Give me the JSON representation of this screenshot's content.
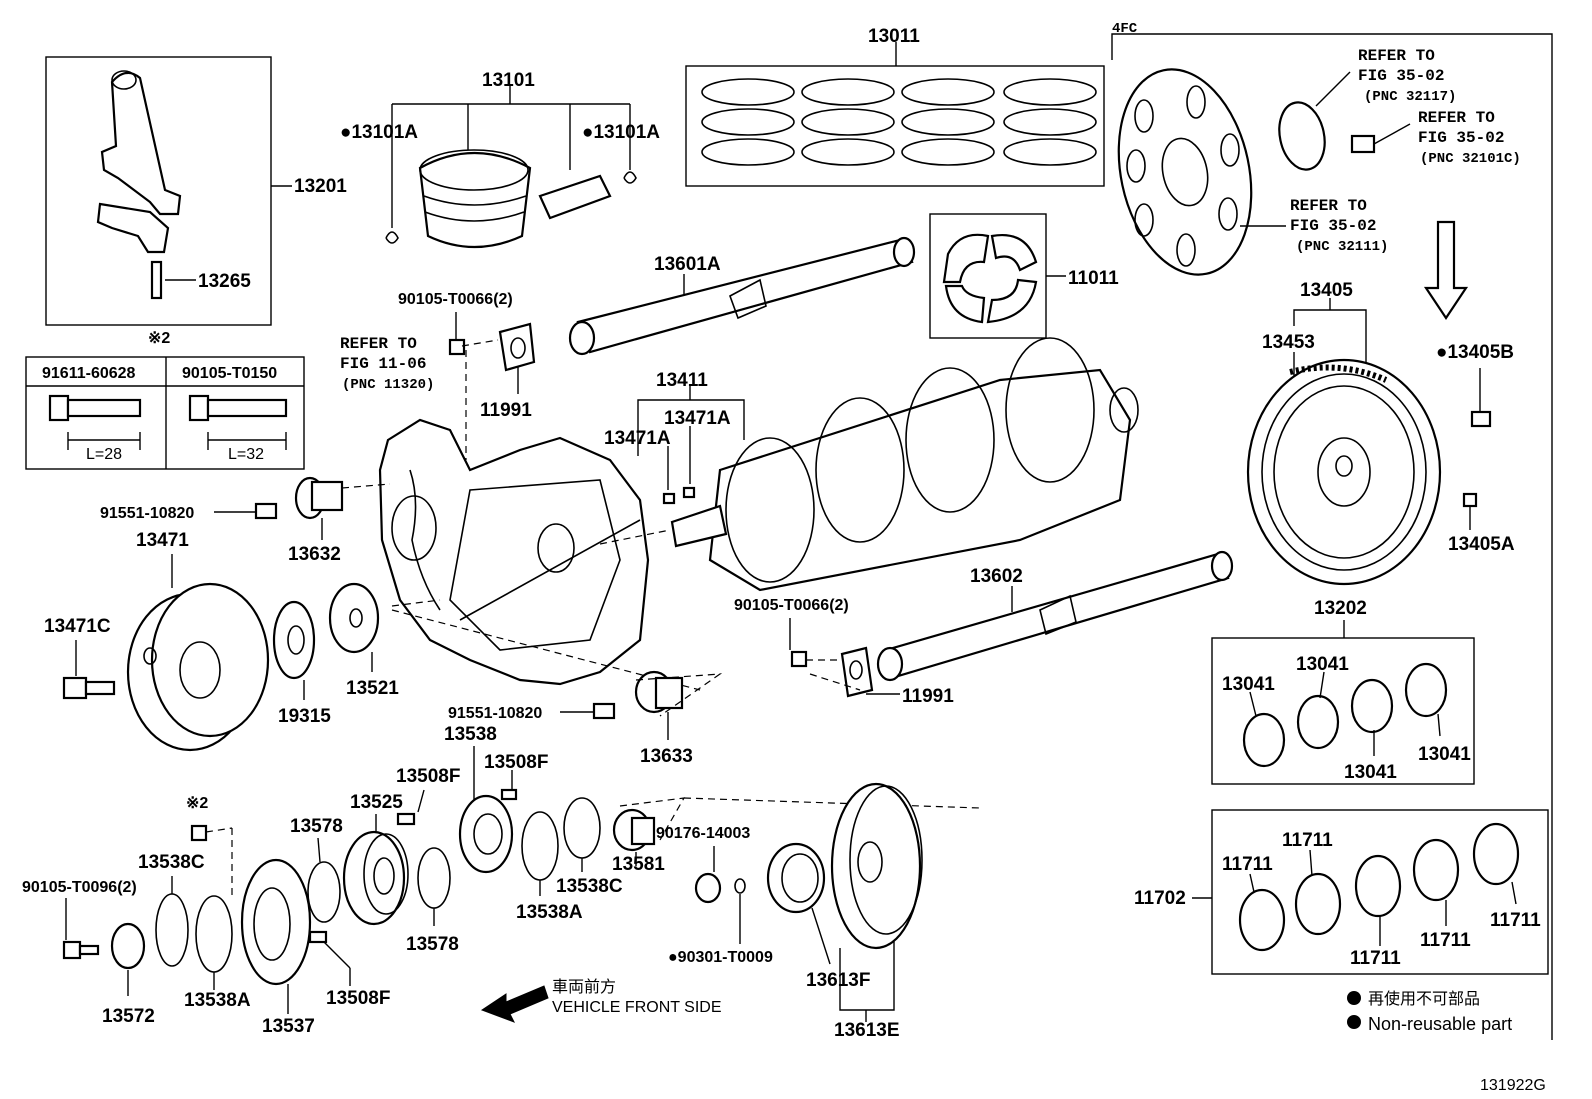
{
  "labels": {
    "p13011": "13011",
    "p4fc": "4FC",
    "p13101": "13101",
    "p13101a_l": "●13101A",
    "p13101a_r": "●13101A",
    "p13201": "13201",
    "p13265": "13265",
    "note2_top": "※2",
    "tbl_h1": "91611-60628",
    "tbl_h2": "90105-T0150",
    "tbl_l1": "L=28",
    "tbl_l2": "L=32",
    "p13601a": "13601A",
    "p11011": "11011",
    "p90105_t0066_top": "90105-T0066(2)",
    "refer_11_06_a": "REFER TO",
    "refer_11_06_b": "FIG 11-06",
    "refer_11_06_c": "(PNC 11320)",
    "p11991_top": "11991",
    "p13411": "13411",
    "p13471a_l": "13471A",
    "p13471a_r": "13471A",
    "refer_32117_a": "REFER TO",
    "refer_32117_b": "FIG 35-02",
    "refer_32117_c": "(PNC 32117)",
    "refer_32101c_a": "REFER TO",
    "refer_32101c_b": "FIG 35-02",
    "refer_32101c_c": "(PNC 32101C)",
    "refer_32111_a": "REFER TO",
    "refer_32111_b": "FIG 35-02",
    "refer_32111_c": "(PNC 32111)",
    "p13405": "13405",
    "p13453": "13453",
    "p13405b": "●13405B",
    "p13405a": "13405A",
    "p91551_top": "91551-10820",
    "p13632": "13632",
    "p13471": "13471",
    "p13471c": "13471C",
    "p19315": "19315",
    "p13521": "13521",
    "p13602": "13602",
    "p90105_t0066_mid": "90105-T0066(2)",
    "p11991_mid": "11991",
    "p13202": "13202",
    "p13041_a": "13041",
    "p13041_b": "13041",
    "p13041_c": "13041",
    "p13041_d": "13041",
    "p91551_mid": "91551-10820",
    "p13538": "13538",
    "p13633": "13633",
    "p13508f_a": "13508F",
    "p13508f_b": "13508F",
    "p13525": "13525",
    "p13578_a": "13578",
    "p13578_b": "13578",
    "p13538c_l": "13538C",
    "p13538c_r": "13538C",
    "p13538a_l": "13538A",
    "p13538a_r": "13538A",
    "p13581": "13581",
    "p90176": "90176-14003",
    "p90301": "●90301-T0009",
    "note2_low": "※2",
    "p90105_t0096": "90105-T0096(2)",
    "p13572": "13572",
    "p13537": "13537",
    "p13508f_c": "13508F",
    "p13613f": "13613F",
    "p13613e": "13613E",
    "p11702": "11702",
    "p11711_a": "11711",
    "p11711_b": "11711",
    "p11711_c": "11711",
    "p11711_d": "11711",
    "p11711_e": "11711",
    "front_jp": "車両前方",
    "front_en": "VEHICLE FRONT SIDE",
    "legend_jp": "再使用不可部品",
    "legend_en": "Non-reusable part",
    "fig_code": "131922G"
  }
}
